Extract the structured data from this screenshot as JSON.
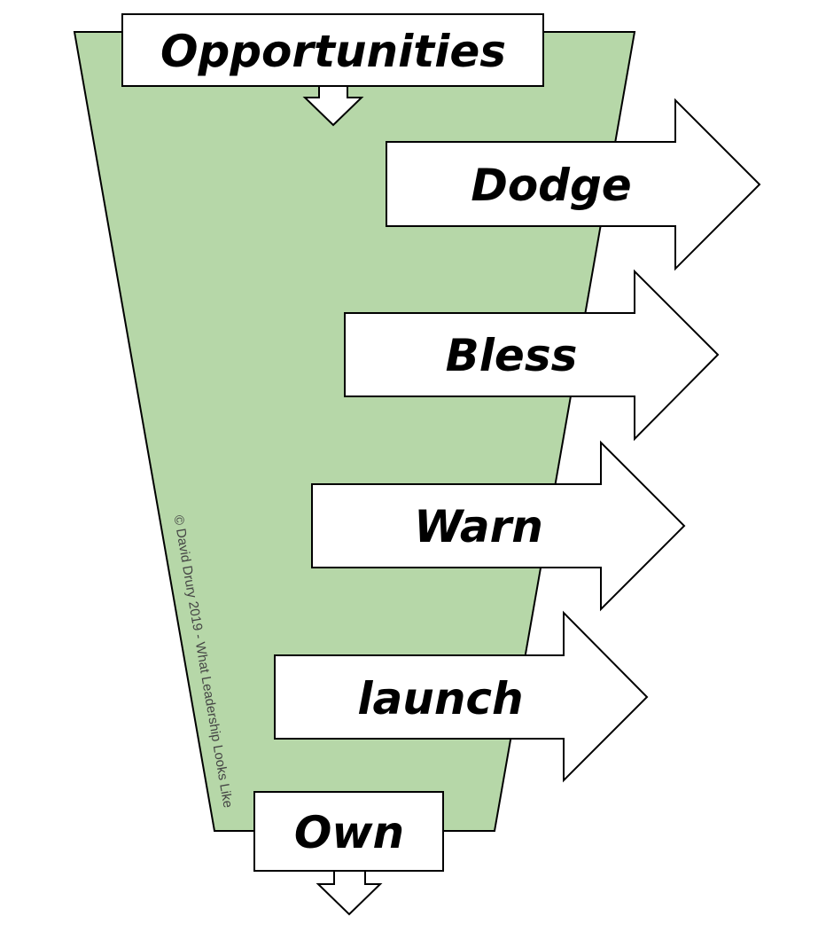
{
  "diagram": {
    "top_label": "Opportunities",
    "bottom_label": "Own",
    "arrows": [
      {
        "label": "Dodge"
      },
      {
        "label": "Bless"
      },
      {
        "label": "Warn"
      },
      {
        "label": "launch"
      }
    ],
    "credit": "© David Drury 2019 - What Leadership Looks Like",
    "colors": {
      "funnel_fill": "#b6d7a8",
      "outline": "#000000",
      "box_fill": "#ffffff",
      "credit_text": "#444444"
    }
  }
}
